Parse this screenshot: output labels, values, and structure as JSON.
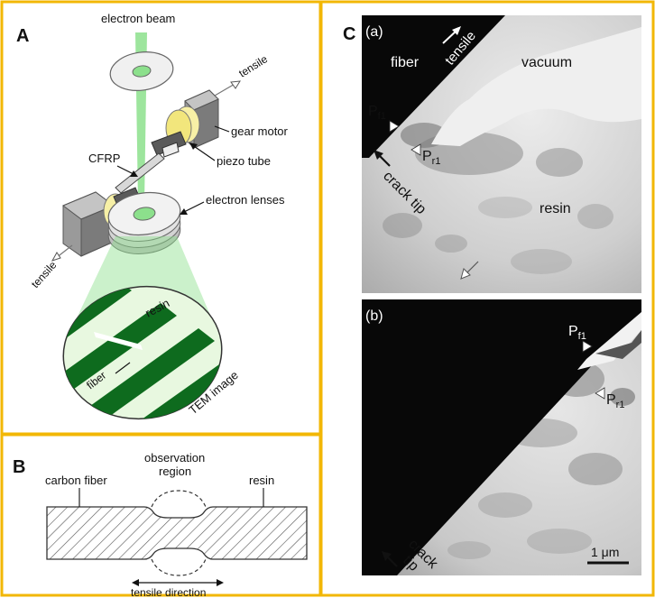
{
  "panels": {
    "A": {
      "letter": "A",
      "labels": {
        "electron_beam": "electron beam",
        "tensile_right": "tensile",
        "gear_motor": "gear motor",
        "piezo_tube": "piezo tube",
        "cfrp": "CFRP",
        "electron_lenses": "electron lenses",
        "tensile_left": "tensile",
        "resin": "resin",
        "fiber": "fiber",
        "tem_image": "TEM image"
      }
    },
    "B": {
      "letter": "B",
      "labels": {
        "carbon_fiber": "carbon fiber",
        "observation_line1": "observation",
        "observation_line2": "region",
        "resin": "resin",
        "tensile_direction": "tensile direction"
      }
    },
    "C": {
      "letter": "C",
      "sub_a": {
        "tag": "(a)",
        "fiber": "fiber",
        "tensile": "tensile",
        "vacuum": "vacuum",
        "pf1": "P",
        "pf1_sub": "f1",
        "pr1": "P",
        "pr1_sub": "r1",
        "crack_tip": "crack tip",
        "resin": "resin"
      },
      "sub_b": {
        "tag": "(b)",
        "pf1": "P",
        "pf1_sub": "f1",
        "pr1": "P",
        "pr1_sub": "r1",
        "crack_line1": "crack",
        "crack_line2": "tip",
        "scale_bar": "1 μm"
      }
    }
  },
  "colors": {
    "frame": "#F2B705",
    "green_beam": "#8CE08C",
    "fiber_green": "#0E6B1E",
    "disc_fill": "#EAF8E4",
    "metal_grey": "#8A8A8A",
    "piezo_yellow": "#F7F0A6"
  }
}
